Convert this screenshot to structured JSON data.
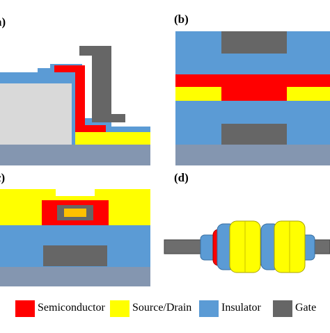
{
  "panels": {
    "a": {
      "label": "a)"
    },
    "b": {
      "label": "(b)"
    },
    "c": {
      "label": "c)"
    },
    "d": {
      "label": "(d)"
    }
  },
  "colors": {
    "semiconductor": "#ff0000",
    "source_drain": "#ffff00",
    "insulator": "#5b9bd5",
    "gate": "#666666",
    "substrate": "#8496b0",
    "light_gray": "#d9d9d9",
    "core_orange": "#ffc000",
    "wire_gray": "#6d6d6d"
  },
  "legend": [
    {
      "key": "semiconductor",
      "label": "Semiconductor"
    },
    {
      "key": "source_drain",
      "label": "Source/Drain"
    },
    {
      "key": "insulator",
      "label": "Insulator"
    },
    {
      "key": "gate",
      "label": "Gate"
    }
  ]
}
